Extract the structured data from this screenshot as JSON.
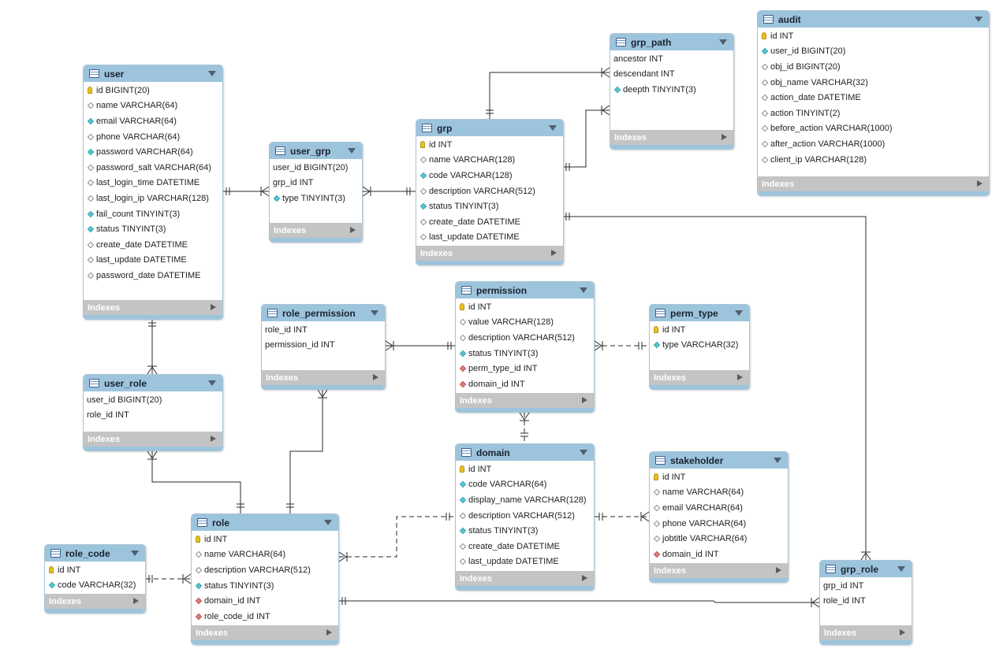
{
  "tables": {
    "user": {
      "name": "user",
      "indexes_label": "Indexes",
      "columns": [
        {
          "text": "id BIGINT(20)",
          "marker": "pk-key-icon"
        },
        {
          "text": "name VARCHAR(64)",
          "marker": "nullable-diamond-icon"
        },
        {
          "text": "email VARCHAR(64)",
          "marker": "not-null-diamond-icon"
        },
        {
          "text": "phone VARCHAR(64)",
          "marker": "nullable-diamond-icon"
        },
        {
          "text": "password VARCHAR(64)",
          "marker": "not-null-diamond-icon"
        },
        {
          "text": "password_salt VARCHAR(64)",
          "marker": "nullable-diamond-icon"
        },
        {
          "text": "last_login_time DATETIME",
          "marker": "nullable-diamond-icon"
        },
        {
          "text": "last_login_ip VARCHAR(128)",
          "marker": "nullable-diamond-icon"
        },
        {
          "text": "fail_count TINYINT(3)",
          "marker": "not-null-diamond-icon"
        },
        {
          "text": "status TINYINT(3)",
          "marker": "not-null-diamond-icon"
        },
        {
          "text": "create_date DATETIME",
          "marker": "nullable-diamond-icon"
        },
        {
          "text": "last_update DATETIME",
          "marker": "nullable-diamond-icon"
        },
        {
          "text": "password_date DATETIME",
          "marker": "nullable-diamond-icon"
        }
      ]
    },
    "user_grp": {
      "name": "user_grp",
      "indexes_label": "Indexes",
      "columns": [
        {
          "text": "user_id BIGINT(20)",
          "marker": "none"
        },
        {
          "text": "grp_id INT",
          "marker": "none"
        },
        {
          "text": "type TINYINT(3)",
          "marker": "not-null-diamond-icon"
        }
      ]
    },
    "grp": {
      "name": "grp",
      "indexes_label": "Indexes",
      "columns": [
        {
          "text": "id INT",
          "marker": "pk-key-icon"
        },
        {
          "text": "name VARCHAR(128)",
          "marker": "nullable-diamond-icon"
        },
        {
          "text": "code VARCHAR(128)",
          "marker": "not-null-diamond-icon"
        },
        {
          "text": "description VARCHAR(512)",
          "marker": "nullable-diamond-icon"
        },
        {
          "text": "status TINYINT(3)",
          "marker": "not-null-diamond-icon"
        },
        {
          "text": "create_date DATETIME",
          "marker": "nullable-diamond-icon"
        },
        {
          "text": "last_update DATETIME",
          "marker": "nullable-diamond-icon"
        }
      ]
    },
    "grp_path": {
      "name": "grp_path",
      "indexes_label": "Indexes",
      "columns": [
        {
          "text": "ancestor INT",
          "marker": "none"
        },
        {
          "text": "descendant INT",
          "marker": "none"
        },
        {
          "text": "deepth TINYINT(3)",
          "marker": "not-null-diamond-icon"
        }
      ]
    },
    "audit": {
      "name": "audit",
      "indexes_label": "Indexes",
      "columns": [
        {
          "text": "id INT",
          "marker": "pk-key-icon"
        },
        {
          "text": "user_id BIGINT(20)",
          "marker": "not-null-diamond-icon"
        },
        {
          "text": "obj_id BIGINT(20)",
          "marker": "nullable-diamond-icon"
        },
        {
          "text": "obj_name VARCHAR(32)",
          "marker": "nullable-diamond-icon"
        },
        {
          "text": "action_date DATETIME",
          "marker": "nullable-diamond-icon"
        },
        {
          "text": "action TINYINT(2)",
          "marker": "nullable-diamond-icon"
        },
        {
          "text": "before_action VARCHAR(1000)",
          "marker": "nullable-diamond-icon"
        },
        {
          "text": "after_action VARCHAR(1000)",
          "marker": "nullable-diamond-icon"
        },
        {
          "text": "client_ip VARCHAR(128)",
          "marker": "nullable-diamond-icon"
        }
      ]
    },
    "role_permission": {
      "name": "role_permission",
      "indexes_label": "Indexes",
      "columns": [
        {
          "text": "role_id INT",
          "marker": "none"
        },
        {
          "text": "permission_id INT",
          "marker": "none"
        }
      ]
    },
    "permission": {
      "name": "permission",
      "indexes_label": "Indexes",
      "columns": [
        {
          "text": "id INT",
          "marker": "pk-key-icon"
        },
        {
          "text": "value VARCHAR(128)",
          "marker": "nullable-diamond-icon"
        },
        {
          "text": "description VARCHAR(512)",
          "marker": "nullable-diamond-icon"
        },
        {
          "text": "status TINYINT(3)",
          "marker": "not-null-diamond-icon"
        },
        {
          "text": "perm_type_id INT",
          "marker": "fk-diamond-icon"
        },
        {
          "text": "domain_id INT",
          "marker": "fk-diamond-icon"
        }
      ]
    },
    "perm_type": {
      "name": "perm_type",
      "indexes_label": "Indexes",
      "columns": [
        {
          "text": "id INT",
          "marker": "pk-key-icon"
        },
        {
          "text": "type VARCHAR(32)",
          "marker": "not-null-diamond-icon"
        }
      ]
    },
    "user_role": {
      "name": "user_role",
      "indexes_label": "Indexes",
      "columns": [
        {
          "text": "user_id BIGINT(20)",
          "marker": "none"
        },
        {
          "text": "role_id INT",
          "marker": "none"
        }
      ]
    },
    "domain": {
      "name": "domain",
      "indexes_label": "Indexes",
      "columns": [
        {
          "text": "id INT",
          "marker": "pk-key-icon"
        },
        {
          "text": "code VARCHAR(64)",
          "marker": "not-null-diamond-icon"
        },
        {
          "text": "display_name VARCHAR(128)",
          "marker": "not-null-diamond-icon"
        },
        {
          "text": "description VARCHAR(512)",
          "marker": "nullable-diamond-icon"
        },
        {
          "text": "status TINYINT(3)",
          "marker": "not-null-diamond-icon"
        },
        {
          "text": "create_date DATETIME",
          "marker": "nullable-diamond-icon"
        },
        {
          "text": "last_update DATETIME",
          "marker": "nullable-diamond-icon"
        }
      ]
    },
    "stakeholder": {
      "name": "stakeholder",
      "indexes_label": "Indexes",
      "columns": [
        {
          "text": "id INT",
          "marker": "pk-key-icon"
        },
        {
          "text": "name VARCHAR(64)",
          "marker": "nullable-diamond-icon"
        },
        {
          "text": "email VARCHAR(64)",
          "marker": "nullable-diamond-icon"
        },
        {
          "text": "phone VARCHAR(64)",
          "marker": "nullable-diamond-icon"
        },
        {
          "text": "jobtitle VARCHAR(64)",
          "marker": "nullable-diamond-icon"
        },
        {
          "text": "domain_id INT",
          "marker": "fk-diamond-icon"
        }
      ]
    },
    "role": {
      "name": "role",
      "indexes_label": "Indexes",
      "columns": [
        {
          "text": "id INT",
          "marker": "pk-key-icon"
        },
        {
          "text": "name VARCHAR(64)",
          "marker": "nullable-diamond-icon"
        },
        {
          "text": "description VARCHAR(512)",
          "marker": "nullable-diamond-icon"
        },
        {
          "text": "status TINYINT(3)",
          "marker": "not-null-diamond-icon"
        },
        {
          "text": "domain_id INT",
          "marker": "fk-diamond-icon"
        },
        {
          "text": "role_code_id INT",
          "marker": "fk-diamond-icon"
        }
      ]
    },
    "role_code": {
      "name": "role_code",
      "indexes_label": "Indexes",
      "columns": [
        {
          "text": "id INT",
          "marker": "pk-key-icon"
        },
        {
          "text": "code VARCHAR(32)",
          "marker": "not-null-diamond-icon"
        }
      ]
    },
    "grp_role": {
      "name": "grp_role",
      "indexes_label": "Indexes",
      "columns": [
        {
          "text": "grp_id INT",
          "marker": "none"
        },
        {
          "text": "role_id INT",
          "marker": "none"
        }
      ]
    }
  },
  "relationships": [
    {
      "from": "user",
      "to": "user_grp",
      "style": "identifying"
    },
    {
      "from": "grp",
      "to": "user_grp",
      "style": "identifying"
    },
    {
      "from": "grp",
      "to": "grp_path",
      "style": "identifying"
    },
    {
      "from": "grp",
      "to": "grp_path",
      "style": "identifying"
    },
    {
      "from": "grp",
      "to": "grp_role",
      "style": "identifying"
    },
    {
      "from": "user",
      "to": "user_role",
      "style": "identifying"
    },
    {
      "from": "role",
      "to": "user_role",
      "style": "identifying"
    },
    {
      "from": "role",
      "to": "role_permission",
      "style": "identifying"
    },
    {
      "from": "permission",
      "to": "role_permission",
      "style": "identifying"
    },
    {
      "from": "perm_type",
      "to": "permission",
      "style": "non-identifying"
    },
    {
      "from": "domain",
      "to": "permission",
      "style": "non-identifying"
    },
    {
      "from": "domain",
      "to": "role",
      "style": "non-identifying"
    },
    {
      "from": "domain",
      "to": "stakeholder",
      "style": "non-identifying"
    },
    {
      "from": "role_code",
      "to": "role",
      "style": "non-identifying"
    },
    {
      "from": "role",
      "to": "grp_role",
      "style": "identifying"
    }
  ]
}
